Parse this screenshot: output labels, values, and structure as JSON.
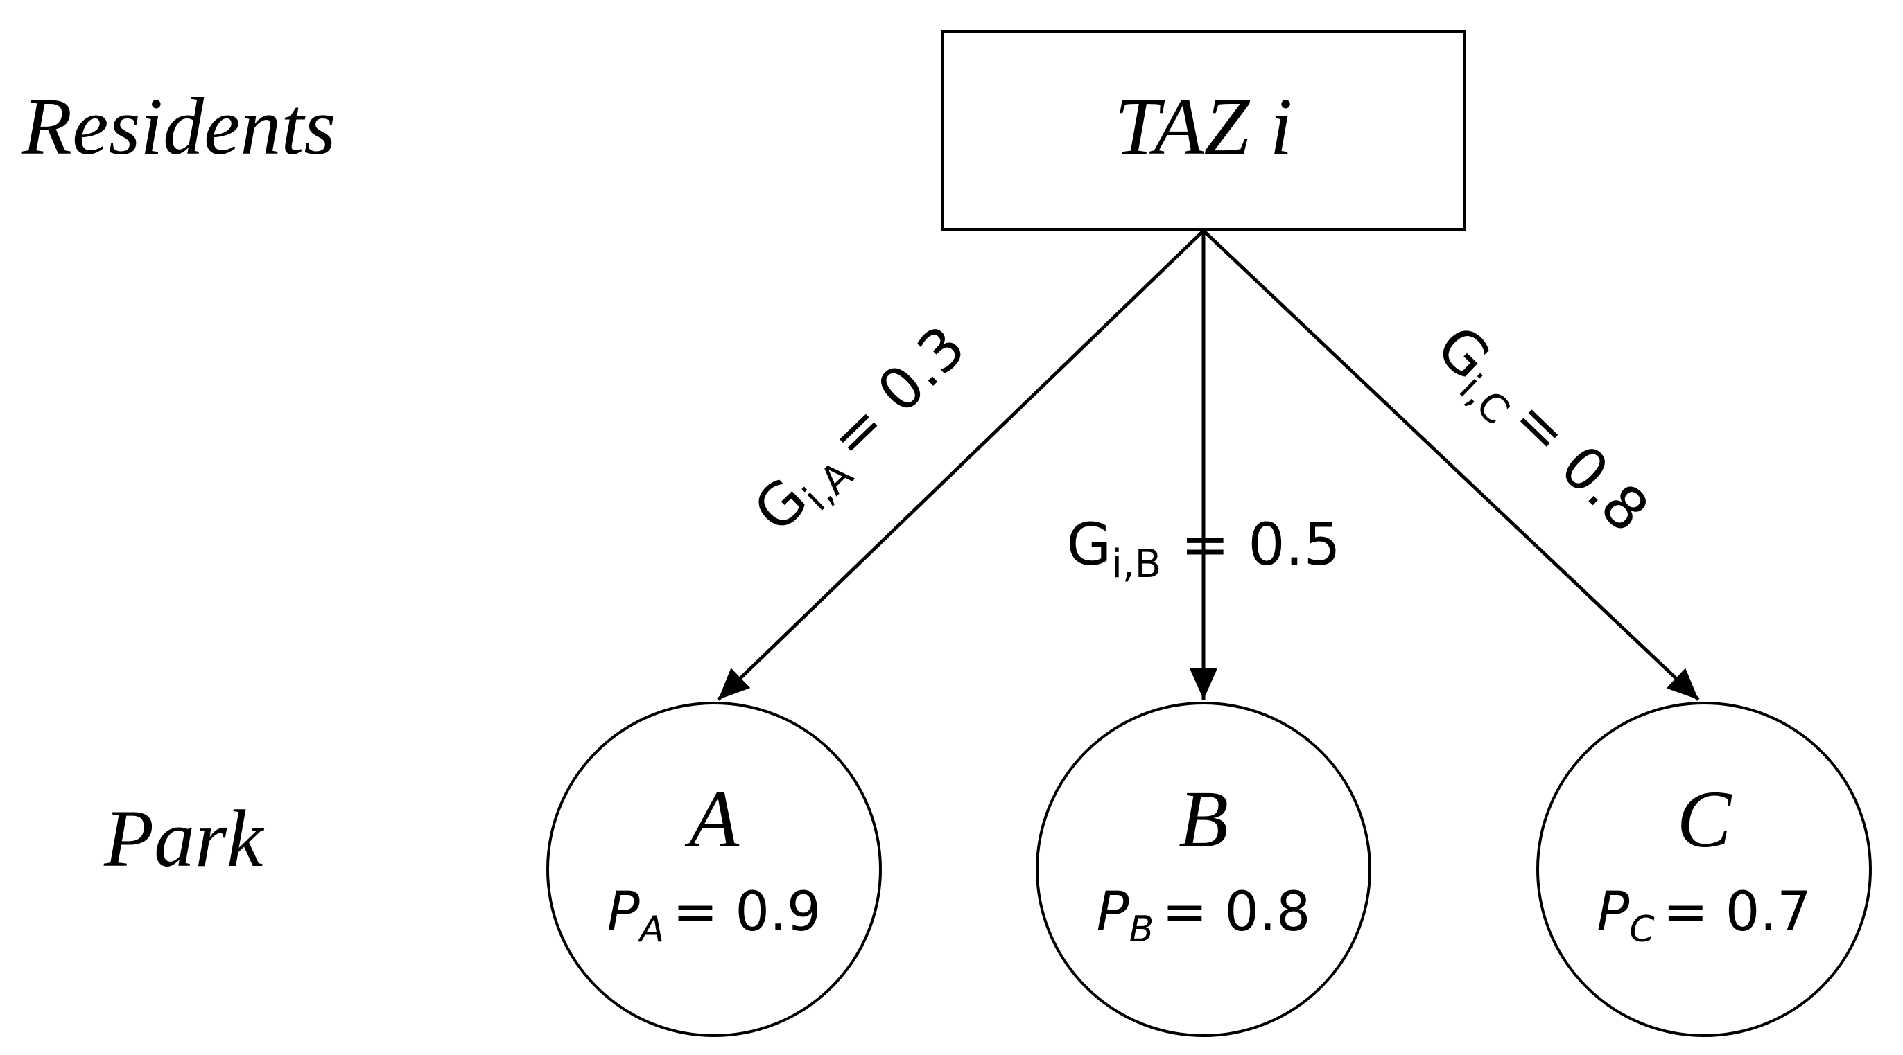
{
  "colors": {
    "ink": "#000000",
    "background": "#ffffff"
  },
  "rows": {
    "residents_label": "Residents",
    "park_label": "Park"
  },
  "origin": {
    "label": "TAZ i"
  },
  "parks": [
    {
      "name": "A",
      "prob_symbol": "P",
      "prob_subscript": "A",
      "prob_value": "= 0.9"
    },
    {
      "name": "B",
      "prob_symbol": "P",
      "prob_subscript": "B",
      "prob_value": "= 0.8"
    },
    {
      "name": "C",
      "prob_symbol": "P",
      "prob_subscript": "C",
      "prob_value": "= 0.7"
    }
  ],
  "edges": [
    {
      "symbol": "G",
      "subscript": "i,A",
      "value": "= 0.3"
    },
    {
      "symbol": "G",
      "subscript": "i,B",
      "value": "= 0.5"
    },
    {
      "symbol": "G",
      "subscript": "i,C",
      "value": "= 0.8"
    }
  ]
}
